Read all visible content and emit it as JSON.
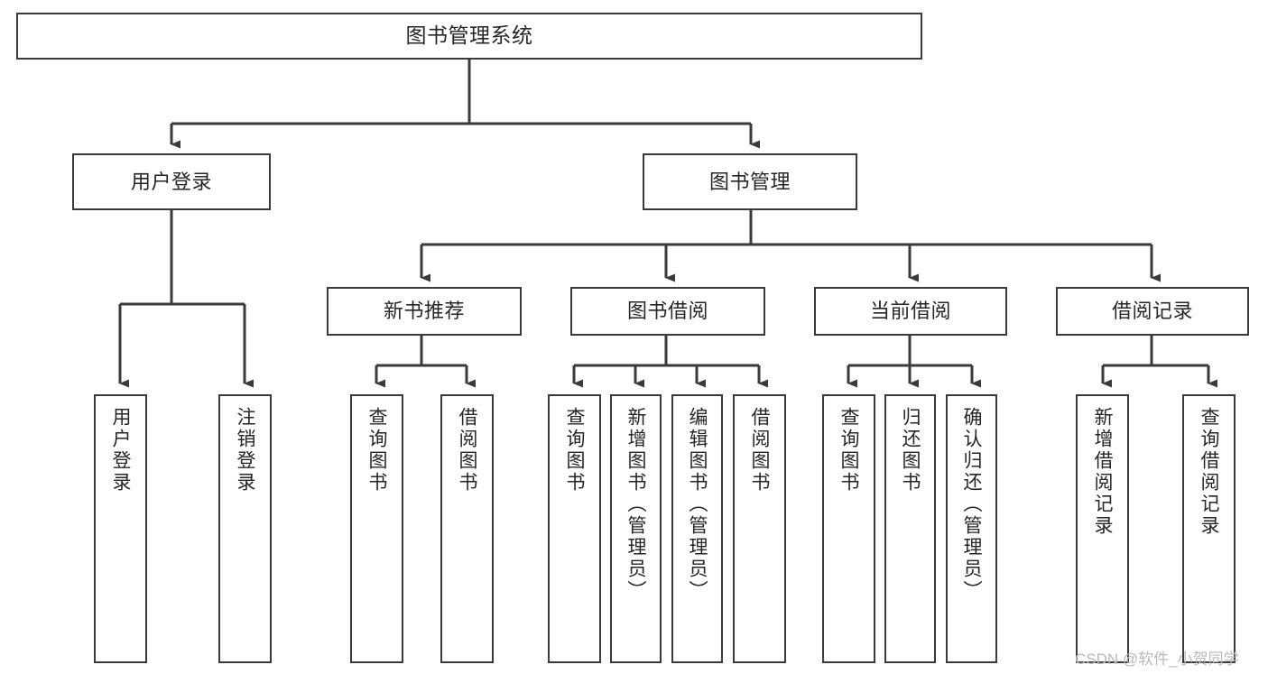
{
  "diagram": {
    "title": "图书管理系统",
    "type": "tree",
    "watermark": "CSDN @软件_小贺同学",
    "colors": {
      "stroke": "#3a3a3a",
      "text": "#262626",
      "background": "#ffffff",
      "watermark": "#b9b9b9"
    },
    "levels": {
      "root": {
        "label": "图书管理系统"
      },
      "level2": [
        {
          "id": "user-login",
          "label": "用户登录"
        },
        {
          "id": "book-management",
          "label": "图书管理"
        }
      ],
      "level3": [
        {
          "id": "new-book-recommend",
          "label": "新书推荐"
        },
        {
          "id": "book-borrow",
          "label": "图书借阅"
        },
        {
          "id": "current-borrow",
          "label": "当前借阅"
        },
        {
          "id": "borrow-record",
          "label": "借阅记录"
        }
      ],
      "leaves": [
        {
          "id": "leaf-user-login",
          "label": "用户登录",
          "parent": "user-login"
        },
        {
          "id": "leaf-logout",
          "label": "注销登录",
          "parent": "user-login"
        },
        {
          "id": "leaf-query-book-1",
          "label": "查询图书",
          "parent": "new-book-recommend"
        },
        {
          "id": "leaf-borrow-book-1",
          "label": "借阅图书",
          "parent": "new-book-recommend"
        },
        {
          "id": "leaf-query-book-2",
          "label": "查询图书",
          "parent": "book-borrow"
        },
        {
          "id": "leaf-add-book",
          "label": "新增图书（管理员）",
          "parent": "book-borrow"
        },
        {
          "id": "leaf-edit-book",
          "label": "编辑图书（管理员）",
          "parent": "book-borrow"
        },
        {
          "id": "leaf-borrow-book-2",
          "label": "借阅图书",
          "parent": "book-borrow"
        },
        {
          "id": "leaf-query-book-3",
          "label": "查询图书",
          "parent": "current-borrow"
        },
        {
          "id": "leaf-return-book",
          "label": "归还图书",
          "parent": "current-borrow"
        },
        {
          "id": "leaf-confirm-return",
          "label": "确认归还（管理员）",
          "parent": "current-borrow"
        },
        {
          "id": "leaf-add-record",
          "label": "新增借阅记录",
          "parent": "borrow-record"
        },
        {
          "id": "leaf-query-record",
          "label": "查询借阅记录",
          "parent": "borrow-record"
        }
      ]
    }
  }
}
